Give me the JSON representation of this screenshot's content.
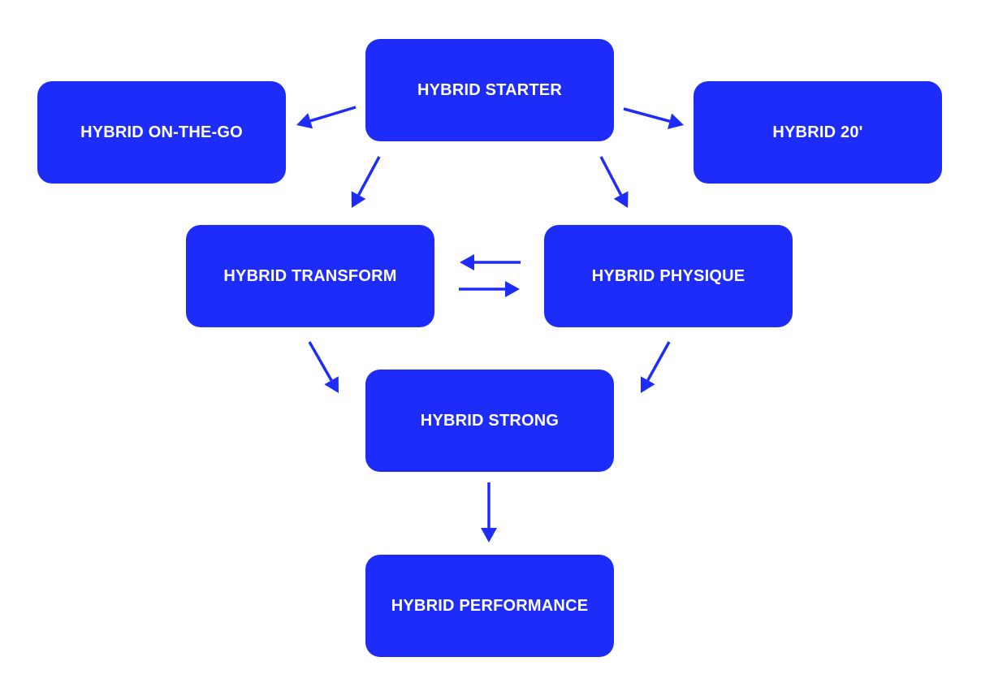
{
  "colors": {
    "node_fill": "#1e2cfa",
    "node_text": "#ffffff",
    "arrow": "#1e2cfa",
    "background": "#ffffff"
  },
  "nodes": {
    "starter": "HYBRID STARTER",
    "on_the_go": "HYBRID ON-THE-GO",
    "twenty": "HYBRID 20'",
    "transform": "HYBRID TRANSFORM",
    "physique": "HYBRID PHYSIQUE",
    "strong": "HYBRID STRONG",
    "performance": "HYBRID PERFORMANCE"
  },
  "edges": [
    {
      "from": "HYBRID STARTER",
      "to": "HYBRID ON-THE-GO"
    },
    {
      "from": "HYBRID STARTER",
      "to": "HYBRID 20'"
    },
    {
      "from": "HYBRID STARTER",
      "to": "HYBRID TRANSFORM"
    },
    {
      "from": "HYBRID STARTER",
      "to": "HYBRID PHYSIQUE"
    },
    {
      "from": "HYBRID PHYSIQUE",
      "to": "HYBRID TRANSFORM"
    },
    {
      "from": "HYBRID TRANSFORM",
      "to": "HYBRID PHYSIQUE"
    },
    {
      "from": "HYBRID TRANSFORM",
      "to": "HYBRID STRONG"
    },
    {
      "from": "HYBRID PHYSIQUE",
      "to": "HYBRID STRONG"
    },
    {
      "from": "HYBRID STRONG",
      "to": "HYBRID PERFORMANCE"
    }
  ]
}
